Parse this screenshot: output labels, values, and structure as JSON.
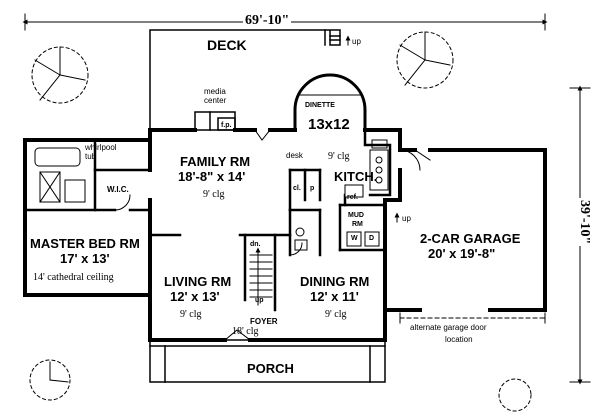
{
  "overall": {
    "width": "69'-10\"",
    "depth": "39'-10\""
  },
  "rooms": {
    "deck": {
      "name": "DECK"
    },
    "dinette": {
      "name": "DINETTE",
      "size": "13x12"
    },
    "family": {
      "name": "FAMILY RM",
      "size": "18'-8\" x 14'",
      "ceiling": "9' clg"
    },
    "kitchen": {
      "name": "KITCH.",
      "ceiling": "9' clg"
    },
    "master": {
      "name": "MASTER BED RM",
      "size": "17' x 13'",
      "ceiling": "14' cathedral ceiling"
    },
    "living": {
      "name": "LIVING RM",
      "size": "12' x 13'",
      "ceiling": "9' clg"
    },
    "dining": {
      "name": "DINING RM",
      "size": "12' x 11'",
      "ceiling": "9' clg"
    },
    "garage": {
      "name": "2-CAR GARAGE",
      "size": "20' x 19'-8\""
    },
    "mud": {
      "name_line1": "MUD",
      "name_line2": "RM"
    },
    "foyer": {
      "name": "FOYER",
      "ceiling": "18' clg"
    },
    "porch": {
      "name": "PORCH"
    },
    "wic": {
      "name": "W.I.C."
    }
  },
  "labels": {
    "media_center_line1": "media",
    "media_center_line2": "center",
    "fp": "f.p.",
    "whirlpool_line1": "whirlpool",
    "whirlpool_line2": "tub",
    "desk": "desk",
    "cl": "cl.",
    "p": "p",
    "ref": "ref.",
    "washer": "W",
    "dryer": "D",
    "dn": "dn.",
    "up_stair": "up",
    "up_deck": "up",
    "up_garage": "up",
    "alt_garage_door_line1": "alternate garage door",
    "alt_garage_door_line2": "location"
  },
  "colors": {
    "ink": "#000000",
    "paper": "#ffffff"
  }
}
